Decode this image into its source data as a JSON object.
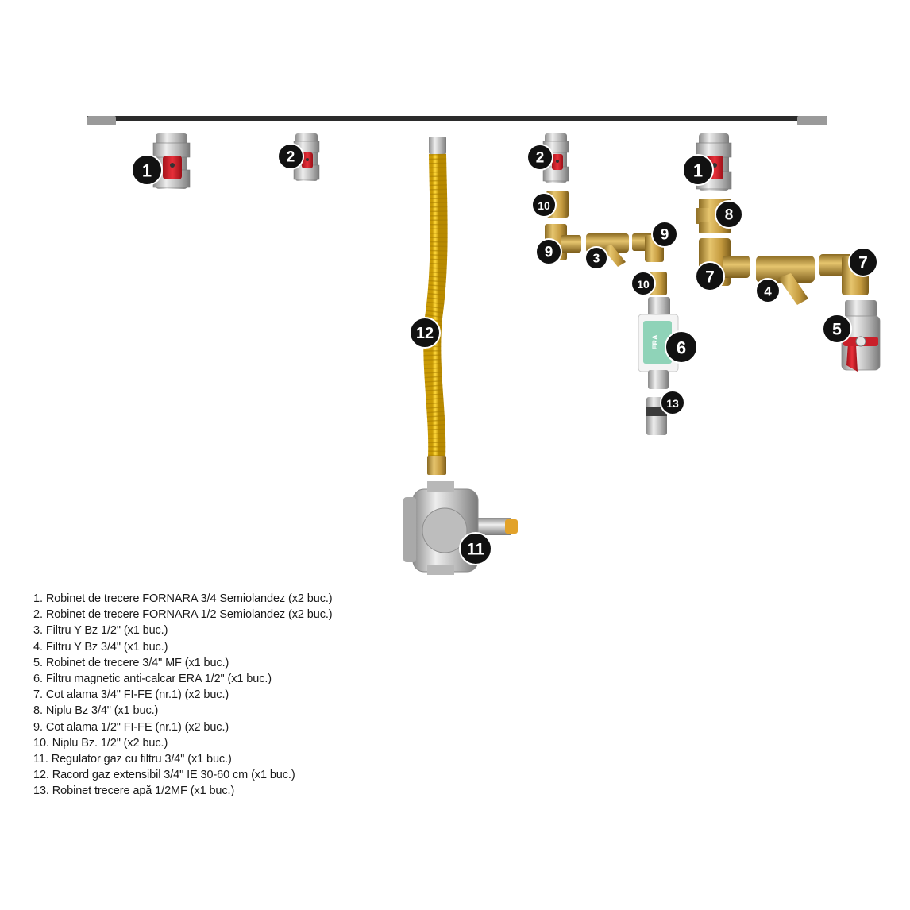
{
  "badges": {
    "b1_left": "1",
    "b2_left": "2",
    "b12": "12",
    "b11": "11",
    "b2_right": "2",
    "b10_top": "10",
    "b9_left": "9",
    "b3": "3",
    "b9_right": "9",
    "b10_low": "10",
    "b6": "6",
    "b13": "13",
    "b1_right": "1",
    "b8": "8",
    "b7_left": "7",
    "b4": "4",
    "b7_right": "7",
    "b5": "5"
  },
  "product_label": "ERA",
  "colors": {
    "rail": "#2b2b2b",
    "brass": "#c9a24a",
    "chrome": "#c8c8c8",
    "handle_red": "#d4202a",
    "hose_yellow": "#f2c20f",
    "badge": "#111111",
    "filter_green": "#8fd3b8"
  },
  "parts_list": [
    "1. Robinet de trecere FORNARA 3/4 Semiolandez (x2 buc.)",
    "2. Robinet de trecere FORNARA 1/2 Semiolandez (x2 buc.)",
    "3. Filtru Y Bz 1/2\" (x1 buc.)",
    "4. Filtru Y Bz 3/4\" (x1 buc.)",
    "5. Robinet de trecere 3/4\" MF (x1 buc.)",
    "6. Filtru magnetic anti-calcar ERA 1/2\" (x1 buc.)",
    "7. Cot alama 3/4\" FI-FE (nr.1) (x2 buc.)",
    "8. Niplu Bz 3/4\" (x1 buc.)",
    "9. Cot alama 1/2\" FI-FE (nr.1) (x2 buc.)",
    "10. Niplu Bz. 1/2\" (x2 buc.)",
    "11. Regulator gaz cu filtru 3/4\" (x1 buc.)",
    "12. Racord gaz extensibil 3/4\" IE 30-60 cm (x1 buc.)",
    "13. Robinet trecere apă 1/2MF (x1 buc.)"
  ]
}
